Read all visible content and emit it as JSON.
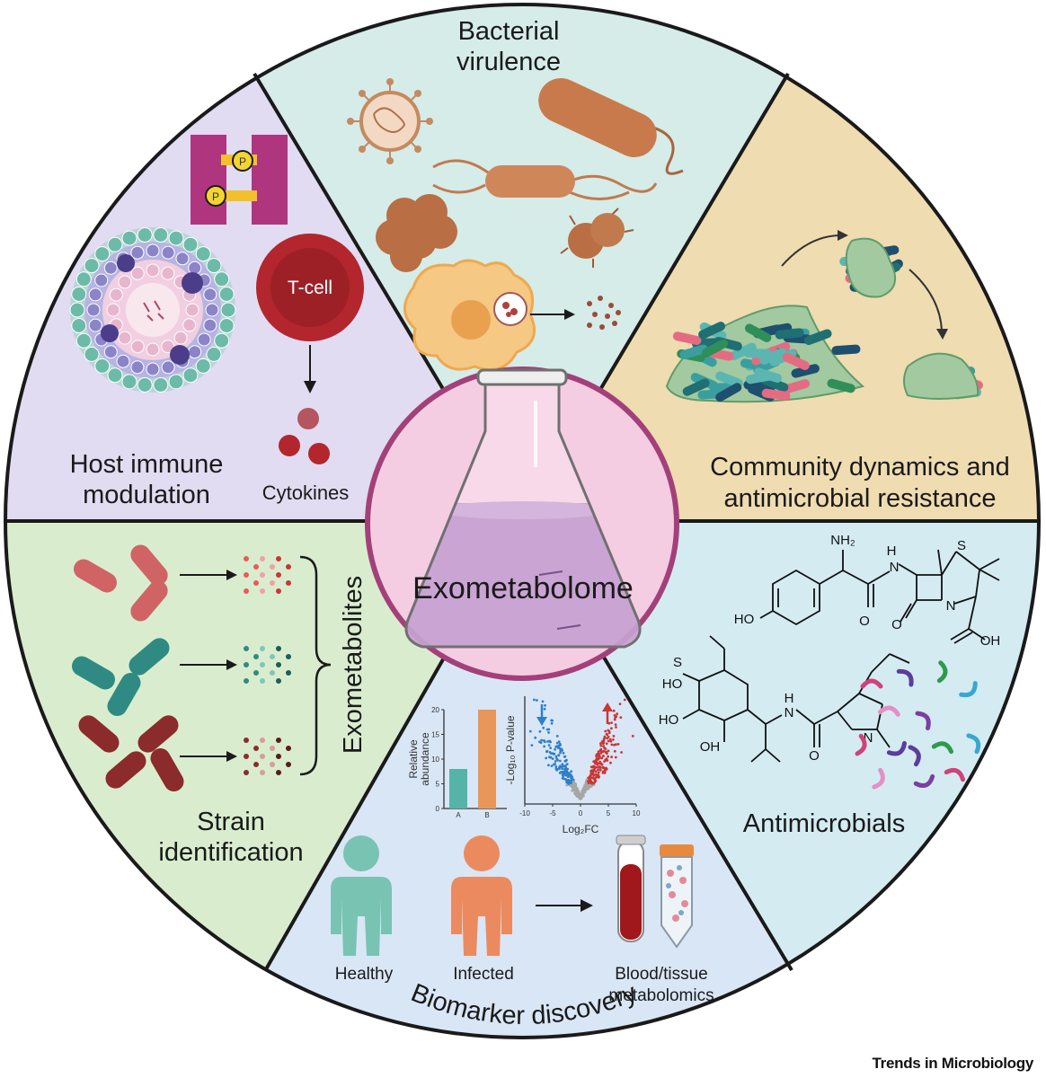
{
  "colors": {
    "virulence": "#d5ece8",
    "immune": "#e1dcf1",
    "community": "#efdcb0",
    "antimicrobials": "#d4ebf2",
    "biomarker": "#d9e6f6",
    "strain": "#d9edce",
    "center": "#f5cde3",
    "center_ring": "#a3407a",
    "divider": "#1a1a1a"
  },
  "segments": {
    "virulence": {
      "line1": "Bacterial",
      "line2": "virulence"
    },
    "immune": {
      "line1": "Host immune",
      "line2": "modulation",
      "tcell": "T-cell",
      "cytokines": "Cytokines",
      "phospho": "P"
    },
    "community": {
      "line1": "Community dynamics and",
      "line2": "antimicrobial resistance"
    },
    "antimicrobials": {
      "label": "Antimicrobials"
    },
    "biomarker": {
      "label": "Biomarker discovery",
      "healthy": "Healthy",
      "infected": "Infected",
      "sample_line1": "Blood/tissue",
      "sample_line2": "metabolomics"
    },
    "strain": {
      "line1": "Strain",
      "line2": "identification",
      "exometabolites": "Exometabolites"
    }
  },
  "center": {
    "label": "Exometabolome"
  },
  "chemistry": {
    "nh2": "NH₂",
    "h": "H",
    "n": "N",
    "s": "S",
    "o": "O",
    "ho": "HO",
    "oh": "OH",
    "ho2": "HO",
    "ho3": "HO",
    "oh2": "OH",
    "s2": "S",
    "h2": "H",
    "n2": "N",
    "o2": "O"
  },
  "chart_data": [
    {
      "type": "bar",
      "categories": [
        "A",
        "B"
      ],
      "values": [
        8,
        20
      ],
      "ylabel": "Relative abundance",
      "ylim": [
        0,
        20
      ],
      "yticks": [
        0,
        5,
        10,
        15,
        20
      ],
      "colors": [
        "#56b3a7",
        "#e8965a"
      ]
    },
    {
      "type": "scatter",
      "title": "volcano",
      "xlabel": "Log₂FC",
      "ylabel": "-Log₁₀ P-value",
      "xlim": [
        -10,
        10
      ],
      "xticks": [
        -10,
        -5,
        0,
        5,
        10
      ],
      "colors": {
        "down": "#2f7fc8",
        "up": "#c93636",
        "ns": "#a6a6a6"
      }
    }
  ],
  "footer": {
    "journal": "Trends in Microbiology"
  }
}
